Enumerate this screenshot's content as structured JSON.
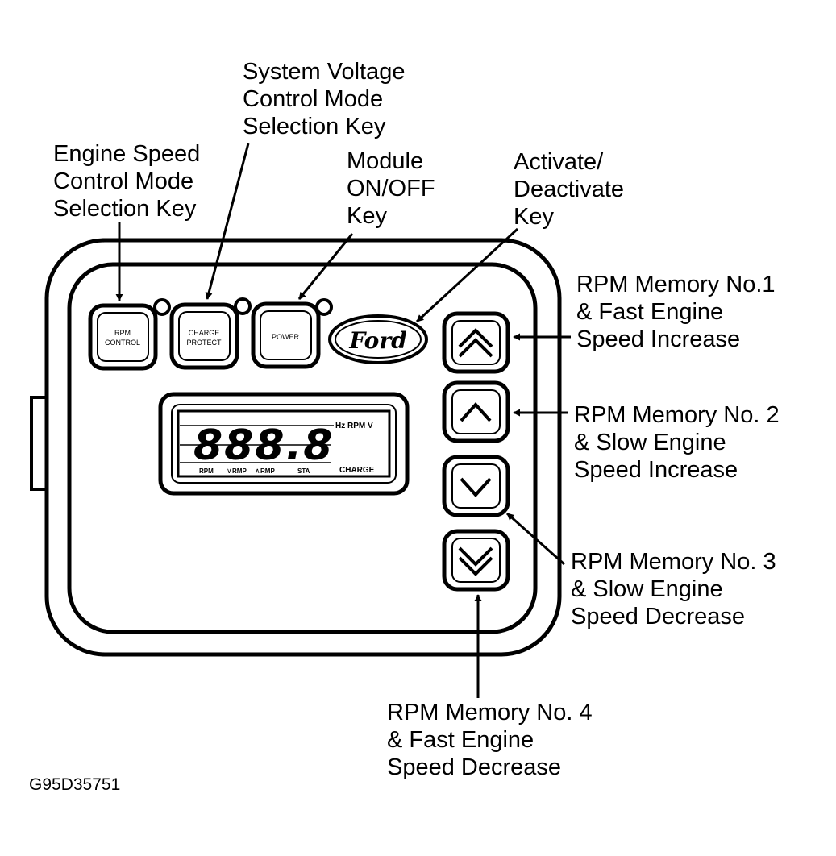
{
  "figure_id": "G95D35751",
  "callouts": {
    "engine_speed_key": [
      "Engine Speed",
      "Control Mode",
      "Selection Key"
    ],
    "system_voltage_key": [
      "System Voltage",
      "Control Mode",
      "Selection Key"
    ],
    "module_on_off_key": [
      "Module",
      "ON/OFF",
      "Key"
    ],
    "activate_deactivate_key": [
      "Activate/",
      "Deactivate",
      "Key"
    ],
    "rpm_memory_1": [
      "RPM Memory No.1",
      "& Fast Engine",
      "Speed Increase"
    ],
    "rpm_memory_2": [
      "RPM Memory No. 2",
      "& Slow Engine",
      "Speed Increase"
    ],
    "rpm_memory_3": [
      "RPM Memory No. 3",
      "& Slow Engine",
      "Speed Decrease"
    ],
    "rpm_memory_4": [
      "RPM Memory No. 4",
      "& Fast Engine",
      "Speed Decrease"
    ]
  },
  "device": {
    "keys": {
      "rpm_control": [
        "RPM",
        "CONTROL"
      ],
      "charge_protect": [
        "CHARGE",
        "PROTECT"
      ],
      "power": [
        "POWER"
      ]
    },
    "logo": "Ford",
    "display": {
      "digits": "888.8",
      "units": "Hz  RPM  V",
      "bottom_labels": [
        "RPM",
        "RMP",
        "RMP",
        "STA",
        "CHARGE"
      ]
    }
  }
}
